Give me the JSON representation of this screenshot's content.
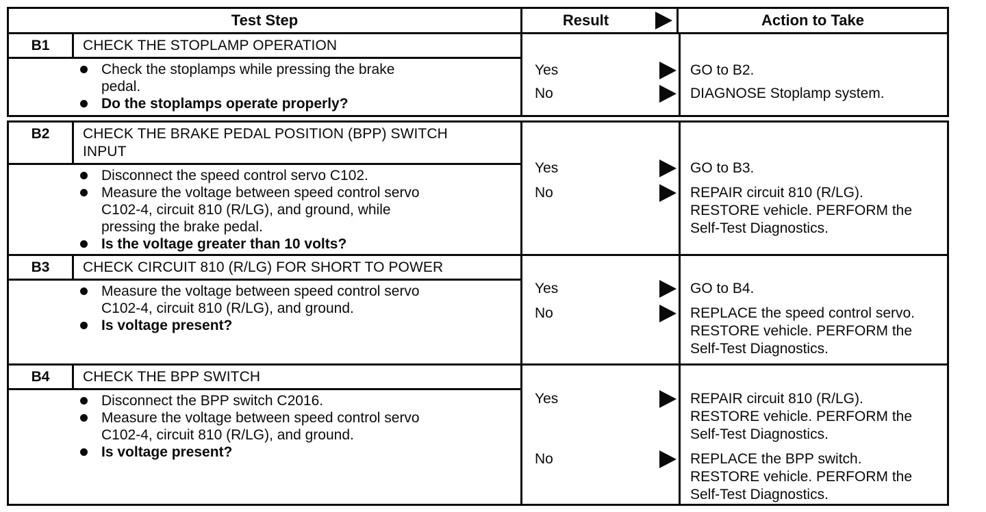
{
  "header": {
    "test_step": "Test Step",
    "result": "Result",
    "action": "Action to Take"
  },
  "steps": [
    {
      "id": "B1",
      "title": "CHECK THE STOPLAMP OPERATION",
      "bullets": [
        "Check the stoplamps while pressing the brake\npedal.",
        "Do the stoplamps operate properly?"
      ],
      "outcomes": [
        {
          "label": "Yes",
          "action": "GO to B2."
        },
        {
          "label": "No",
          "action": "DIAGNOSE Stoplamp system."
        }
      ]
    },
    {
      "id": "B2",
      "title": "CHECK THE BRAKE PEDAL POSITION (BPP) SWITCH\nINPUT",
      "bullets": [
        "Disconnect the speed control servo C102.",
        "Measure the voltage between speed control servo\nC102-4, circuit 810 (R/LG), and ground, while\npressing the brake pedal.",
        "Is the voltage greater than 10 volts?"
      ],
      "outcomes": [
        {
          "label": "Yes",
          "action": "GO to B3."
        },
        {
          "label": "No",
          "action": "REPAIR circuit 810 (R/LG).\nRESTORE vehicle. PERFORM the\nSelf-Test Diagnostics."
        }
      ]
    },
    {
      "id": "B3",
      "title": "CHECK CIRCUIT 810 (R/LG) FOR SHORT TO POWER",
      "bullets": [
        "Measure the voltage between speed control servo\nC102-4, circuit 810 (R/LG), and ground.",
        "Is voltage present?"
      ],
      "outcomes": [
        {
          "label": "Yes",
          "action": "GO to B4."
        },
        {
          "label": "No",
          "action": "REPLACE the speed control servo.\nRESTORE vehicle. PERFORM the\nSelf-Test Diagnostics."
        }
      ]
    },
    {
      "id": "B4",
      "title": "CHECK THE BPP SWITCH",
      "bullets": [
        "Disconnect the BPP switch C2016.",
        "Measure the voltage between speed control servo\nC102-4, circuit 810 (R/LG), and ground.",
        "Is voltage present?"
      ],
      "outcomes": [
        {
          "label": "Yes",
          "action": "REPAIR circuit 810 (R/LG).\nRESTORE vehicle. PERFORM the\nSelf-Test Diagnostics."
        },
        {
          "label": "No",
          "action": "REPLACE the BPP switch.\nRESTORE vehicle. PERFORM the\nSelf-Test Diagnostics."
        }
      ]
    }
  ]
}
